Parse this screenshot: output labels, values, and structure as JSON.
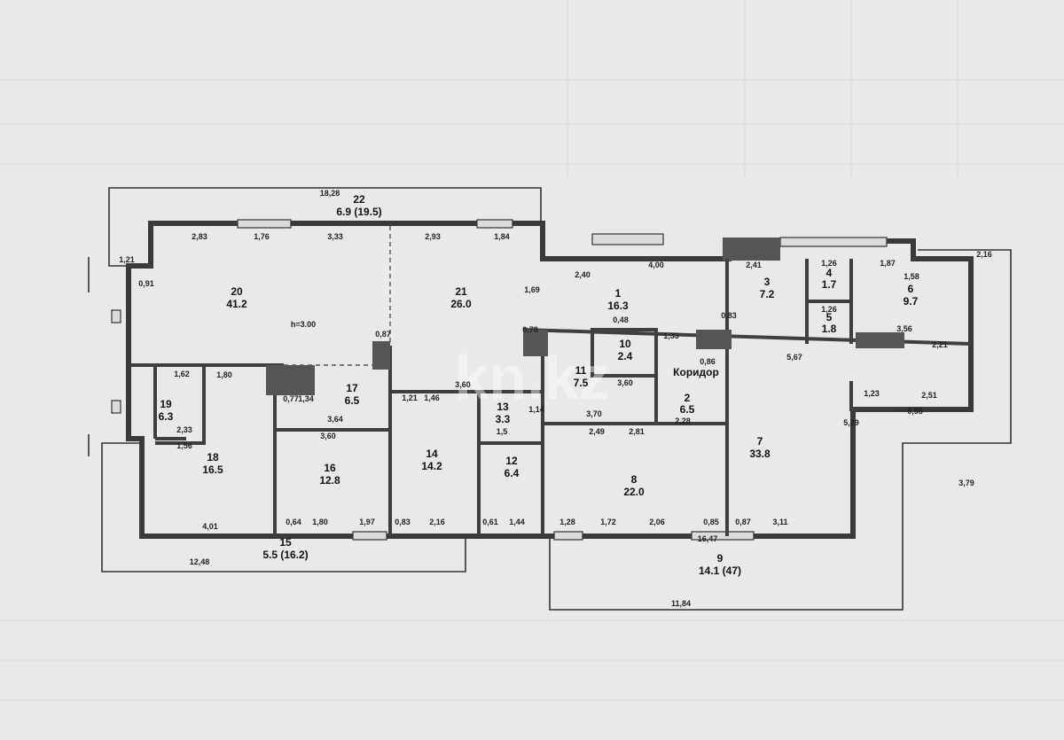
{
  "plan": {
    "rooms": [
      {
        "number": "20",
        "area": "41.2"
      },
      {
        "number": "21",
        "area": "26.0"
      },
      {
        "number": "22",
        "area": "6.9 (19.5)"
      },
      {
        "number": "1",
        "area": "16.3"
      },
      {
        "number": "3",
        "area": "7.2"
      },
      {
        "number": "4",
        "area": "1.7"
      },
      {
        "number": "5",
        "area": "1.8"
      },
      {
        "number": "6",
        "area": "9.7"
      },
      {
        "number": "10",
        "area": "2.4"
      },
      {
        "number": "11",
        "area": "7.5"
      },
      {
        "number": "2",
        "area": "6.5"
      },
      {
        "number": "17",
        "area": "6.5"
      },
      {
        "number": "19",
        "area": "6.3"
      },
      {
        "number": "18",
        "area": "16.5"
      },
      {
        "number": "16",
        "area": "12.8"
      },
      {
        "number": "14",
        "area": "14.2"
      },
      {
        "number": "13",
        "area": "3.3"
      },
      {
        "number": "12",
        "area": "6.4"
      },
      {
        "number": "8",
        "area": "22.0"
      },
      {
        "number": "7",
        "area": "33.8"
      },
      {
        "number": "15",
        "area": "5.5 (16.2)"
      },
      {
        "number": "9",
        "area": "14.1 (47)"
      }
    ],
    "corridor_label": "Коридор",
    "ceiling_height": "h=3.00",
    "dims": [
      "18,28",
      "2,83",
      "1,76",
      "3,33",
      "2,93",
      "1,84",
      "1,21",
      "0,91",
      "1,69",
      "2,40",
      "4,00",
      "2,41",
      "1,26",
      "1,87",
      "2,16",
      "1,58",
      "0,83",
      "0,48",
      "1,33",
      "1,26",
      "3,56",
      "2,21",
      "0,78",
      "5,67",
      "0,86",
      "3,60",
      "3,70",
      "2,28",
      "1,23",
      "2,51",
      "0,98",
      "3,79",
      "5,29",
      "1,62",
      "1,80",
      "0,77",
      "1,34",
      "3,64",
      "3,60",
      "1,21",
      "1,46",
      "3,60",
      "2,33",
      "1,56",
      "4,01",
      "0,64",
      "1,80",
      "1,97",
      "0,83",
      "2,16",
      "0,61",
      "1,44",
      "1,28",
      "1,72",
      "2,06",
      "0,85",
      "0,87",
      "3,11",
      "2,49",
      "2,81",
      "1,14",
      "1,5",
      "12,48",
      "16,47",
      "11,84",
      "0,87"
    ],
    "watermark": "kn.kz"
  }
}
